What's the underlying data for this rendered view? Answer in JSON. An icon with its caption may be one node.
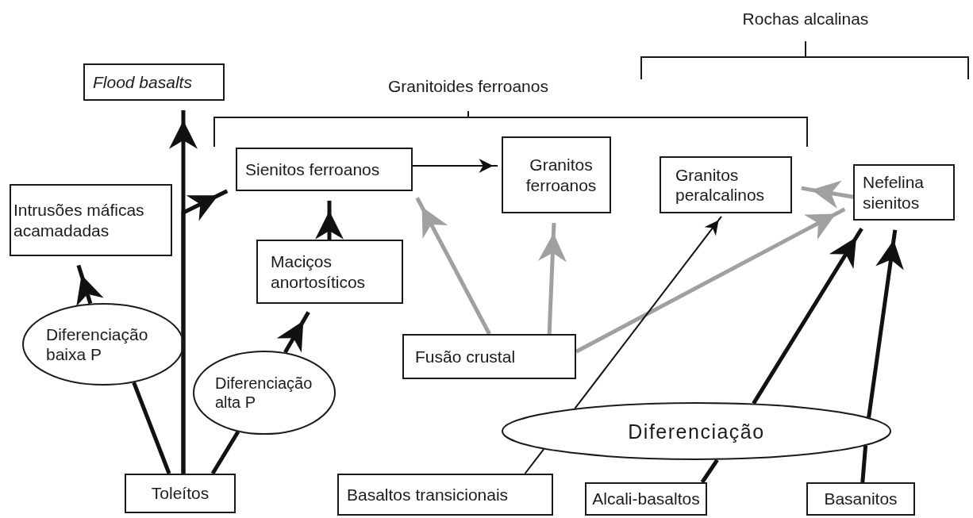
{
  "diagram": {
    "nodes": [
      {
        "text": [
          "Flood basalts"
        ]
      },
      {
        "text": [
          "Intrusões máficas acamadadas"
        ]
      },
      {
        "text": [
          "Sienitos ferroanos"
        ]
      },
      {
        "text": [
          "Granitos ferroanos"
        ]
      },
      {
        "text": [
          "Granitos peralcalinos"
        ]
      },
      {
        "text": [
          "Nefelina sienitos"
        ]
      },
      {
        "text": [
          "Maciços anortosíticos"
        ]
      },
      {
        "text": [
          "Diferenciação baixa P"
        ]
      },
      {
        "text": [
          "Diferenciação alta P"
        ]
      },
      {
        "text": [
          "Fusão crustal"
        ]
      },
      {
        "text": [
          "Diferenciação"
        ]
      },
      {
        "text": [
          "Toleítos"
        ]
      },
      {
        "text": [
          "Basaltos transicionais"
        ]
      },
      {
        "text": [
          "Alcali-basaltos"
        ]
      },
      {
        "text": [
          "Basanitos"
        ]
      }
    ],
    "edges": [
      {
        "from": 11,
        "to": 0,
        "arrow": "to"
      },
      {
        "from": 11,
        "to": 2,
        "arrow": "to"
      },
      {
        "from": 11,
        "to": 7,
        "arrow": "none"
      },
      {
        "from": 7,
        "to": 1,
        "arrow": "to"
      },
      {
        "from": 11,
        "to": 8,
        "arrow": "none"
      },
      {
        "from": 8,
        "to": 6,
        "arrow": "to"
      },
      {
        "from": 6,
        "to": 2,
        "arrow": "to"
      },
      {
        "from": 2,
        "to": 3,
        "arrow": "to"
      },
      {
        "from": 9,
        "to": 2,
        "arrow": "to",
        "color": "#a0a0a0"
      },
      {
        "from": 9,
        "to": 3,
        "arrow": "to",
        "color": "#a0a0a0"
      },
      {
        "from": 9,
        "to": 5,
        "arrow": "to",
        "color": "#a0a0a0"
      },
      {
        "from": 5,
        "to": 4,
        "arrow": "to",
        "color": "#a0a0a0"
      },
      {
        "from": 12,
        "to": 10,
        "arrow": "none"
      },
      {
        "from": 10,
        "to": 4,
        "arrow": "to"
      },
      {
        "from": 13,
        "to": 10,
        "arrow": "none"
      },
      {
        "from": 10,
        "to": 5,
        "arrow": "to"
      },
      {
        "from": 14,
        "to": 10,
        "arrow": "none"
      },
      {
        "from": 10,
        "to": 5,
        "arrow": "to"
      }
    ],
    "labels": [
      "Rochas alcalinas",
      "Granitoides ferroanos"
    ]
  }
}
